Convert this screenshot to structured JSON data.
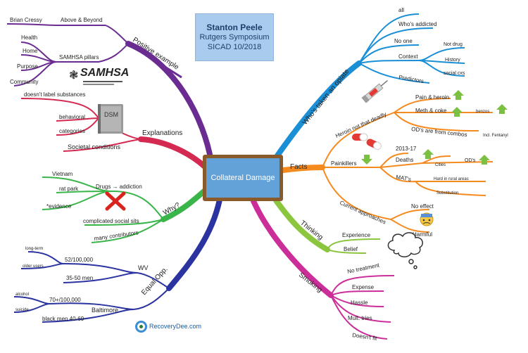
{
  "title": {
    "name": "Stanton Peele",
    "event": "Rutgers Symposium",
    "date": "SICAD 10/2018"
  },
  "center": "Collateral Damage",
  "logos": {
    "samhsa": "SAMHSA",
    "recoverydee": "RecoveryDee.com"
  },
  "branches": {
    "positive": {
      "label": "Positive example",
      "above": "Above & Beyond",
      "brian": "Brian Cressy",
      "samhsa_pillars": "SAMHSA pillars",
      "health": "Health",
      "home": "Home",
      "purpose": "Purpose",
      "community": "Community"
    },
    "explanations": {
      "label": "Explanations",
      "dsm": "DSM",
      "no_label": "doesn't label substances",
      "behavioral": "behavioral",
      "categories": "categories",
      "societal": "Societal conditions"
    },
    "why": {
      "label": "Why?",
      "drugs": "Drugs → addiction",
      "vietnam": "Vietnam",
      "rat_park": "rat park",
      "evidence": "*evidence",
      "complicated": "complicated social sits",
      "many": "many contributors"
    },
    "equal": {
      "label": "Equal Opp.",
      "wv": "WV",
      "wv_rate": "52/100,000",
      "long_term": "long-term",
      "older": "older users",
      "men": "35-50 men",
      "baltimore": "Baltimore",
      "balt_rate": "70+/100,000",
      "alcohol": "alcohol",
      "suicide": "suicide",
      "black": "black men 40-69"
    },
    "opiate": {
      "label": "Who's taken an opiate",
      "all": "all",
      "addicted": "Who's addicted",
      "noone": "No one",
      "context": "Context",
      "notdrug": "Not drug",
      "history": "History",
      "social": "social cxs",
      "predictors": "Predictors"
    },
    "facts": {
      "label": "Facts",
      "heroin": "Heroin not that deadly",
      "pain": "Pain & heroin",
      "meth": "Meth & coke",
      "benzos": "benzos",
      "combos": "OD's are from combos",
      "fentanyl": "Incl. Fentanyl",
      "painkillers": "Painkillers",
      "years": "2013-17",
      "deaths": "Deaths",
      "cities": "Cities",
      "ods": "OD's",
      "mats": "MAT's",
      "rural": "Hard in rural areas",
      "subst": "Substitution",
      "current": "Current approaches",
      "noeffect": "No effect",
      "harmful": "Harmful"
    },
    "thinking": {
      "label": "Thinking",
      "experience": "Experience",
      "belief": "Belief"
    },
    "smoking": {
      "label": "Smoking",
      "notreat": "No treatment",
      "expense": "Expense",
      "hassle": "Hassle",
      "mult": "Mult. tries",
      "nofit": "Doesn't fit"
    }
  }
}
